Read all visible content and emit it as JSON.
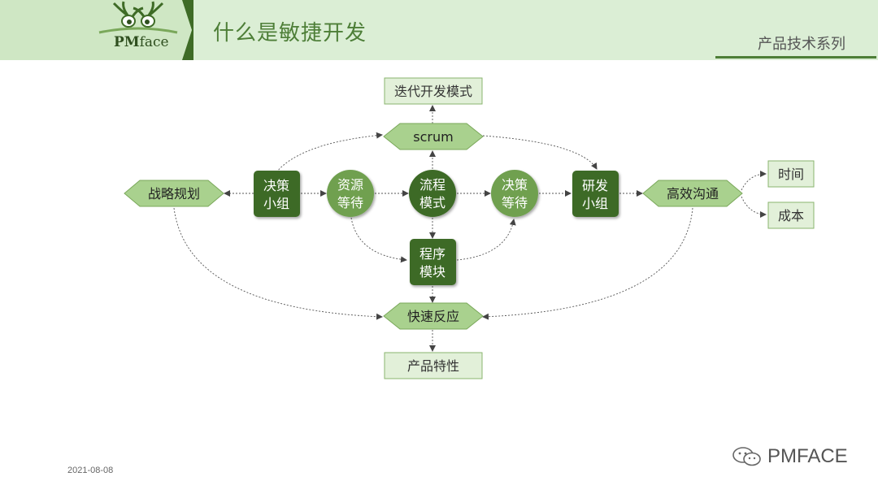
{
  "header": {
    "logo_text_pm": "PM",
    "logo_text_face": "face",
    "title": "什么是敏捷开发",
    "series": "产品技术系列"
  },
  "nodes": {
    "iterative": "迭代开发模式",
    "scrum": "scrum",
    "strategy": "战略规划",
    "decision_team_1": "决策",
    "decision_team_2": "小组",
    "resource_wait_1": "资源",
    "resource_wait_2": "等待",
    "process_mode_1": "流程",
    "process_mode_2": "模式",
    "decision_wait_1": "决策",
    "decision_wait_2": "等待",
    "rd_team_1": "研发",
    "rd_team_2": "小组",
    "communication": "高效沟通",
    "time": "时间",
    "cost": "成本",
    "program_module_1": "程序",
    "program_module_2": "模块",
    "quick_response": "快速反应",
    "product_feature": "产品特性"
  },
  "footer": {
    "date": "2021-08-08",
    "brand": "PMFACE"
  },
  "colors": {
    "dark_green": "#3e6b26",
    "light_green": "#a9d18e",
    "pale_green": "#e2f0d9",
    "title_green": "#4d7e37"
  }
}
